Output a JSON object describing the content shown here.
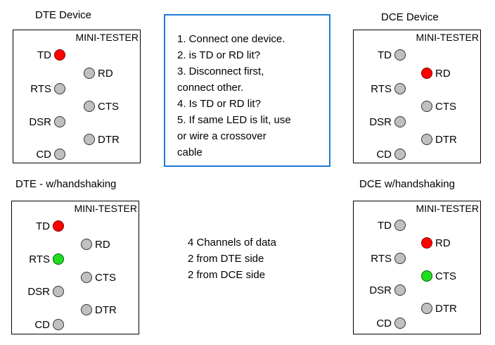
{
  "headings": {
    "dte": "DTE Device",
    "dce": "DCE Device",
    "dte_hs": "DTE - w/handshaking",
    "dce_hs": "DCE w/handshaking"
  },
  "testers": {
    "dte": {
      "title": "MINI-TESTER",
      "leds": {
        "td": {
          "label": "TD",
          "state": "red"
        },
        "rd": {
          "label": "RD",
          "state": "off"
        },
        "rts": {
          "label": "RTS",
          "state": "off"
        },
        "cts": {
          "label": "CTS",
          "state": "off"
        },
        "dsr": {
          "label": "DSR",
          "state": "off"
        },
        "dtr": {
          "label": "DTR",
          "state": "off"
        },
        "cd": {
          "label": "CD",
          "state": "off"
        }
      }
    },
    "dce": {
      "title": "MINI-TESTER",
      "leds": {
        "td": {
          "label": "TD",
          "state": "off"
        },
        "rd": {
          "label": "RD",
          "state": "red"
        },
        "rts": {
          "label": "RTS",
          "state": "off"
        },
        "cts": {
          "label": "CTS",
          "state": "off"
        },
        "dsr": {
          "label": "DSR",
          "state": "off"
        },
        "dtr": {
          "label": "DTR",
          "state": "off"
        },
        "cd": {
          "label": "CD",
          "state": "off"
        }
      }
    },
    "dte_hs": {
      "title": "MINI-TESTER",
      "leds": {
        "td": {
          "label": "TD",
          "state": "red"
        },
        "rd": {
          "label": "RD",
          "state": "off"
        },
        "rts": {
          "label": "RTS",
          "state": "green"
        },
        "cts": {
          "label": "CTS",
          "state": "off"
        },
        "dsr": {
          "label": "DSR",
          "state": "off"
        },
        "dtr": {
          "label": "DTR",
          "state": "off"
        },
        "cd": {
          "label": "CD",
          "state": "off"
        }
      }
    },
    "dce_hs": {
      "title": "MINI-TESTER",
      "leds": {
        "td": {
          "label": "TD",
          "state": "off"
        },
        "rd": {
          "label": "RD",
          "state": "red"
        },
        "rts": {
          "label": "RTS",
          "state": "off"
        },
        "cts": {
          "label": "CTS",
          "state": "green"
        },
        "dsr": {
          "label": "DSR",
          "state": "off"
        },
        "dtr": {
          "label": "DTR",
          "state": "off"
        },
        "cd": {
          "label": "CD",
          "state": "off"
        }
      }
    }
  },
  "instructions": {
    "lines": [
      "1. Connect one device.",
      "2. is TD or RD lit?",
      "3.  Disconnect first,",
      "connect other.",
      "4. Is TD or RD lit?",
      "5. If same LED is lit, use",
      "or  wire a crossover",
      "cable"
    ]
  },
  "channels": {
    "lines": [
      "4 Channels of data",
      "2 from DTE side",
      "2 from DCE side"
    ]
  },
  "colors": {
    "led_red": "#ff0000",
    "led_green": "#20dd20",
    "led_off": "#c0c0c0",
    "instruction_border": "#1e7cd8"
  }
}
